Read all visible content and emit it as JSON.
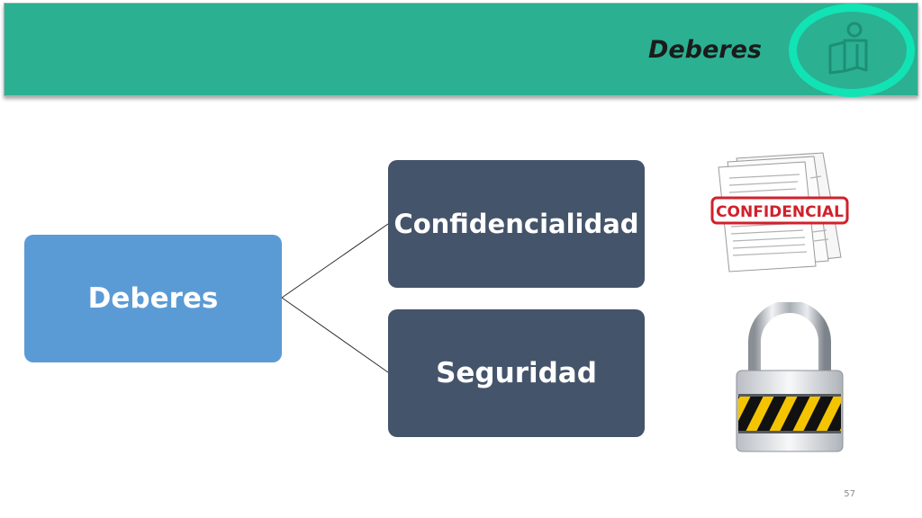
{
  "header": {
    "title": "Deberes",
    "bar_color": "#2bb092",
    "ring_color": "#12e3b4",
    "logo_icon": "person-book-icon"
  },
  "diagram": {
    "root": {
      "label": "Deberes",
      "color": "#5b9bd5"
    },
    "children": [
      {
        "label": "Confidencialidad",
        "color": "#44546a"
      },
      {
        "label": "Seguridad",
        "color": "#44546a"
      }
    ]
  },
  "images": {
    "confidential_docs": {
      "icon": "confidential-documents-icon",
      "stamp_text": "CONFIDENCIAL",
      "stamp_color": "#d0212b"
    },
    "padlock": {
      "icon": "padlock-icon",
      "stripe_colors": [
        "#f5c400",
        "#111111"
      ]
    }
  },
  "footer": {
    "page_number": "57"
  }
}
